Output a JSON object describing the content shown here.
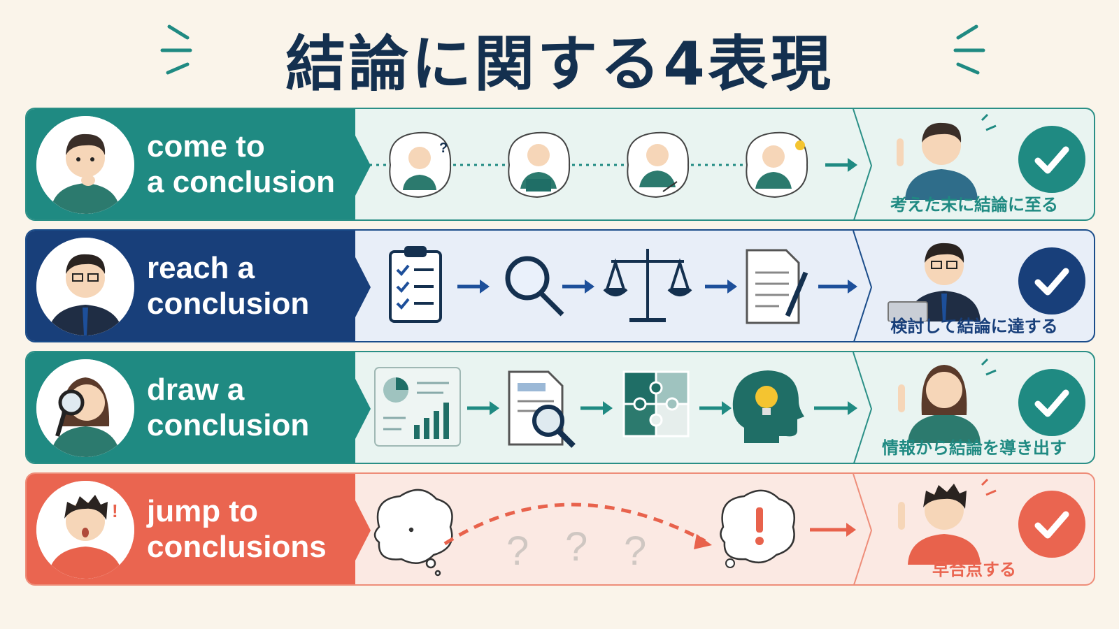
{
  "title": "結論に関する4表現",
  "colors": {
    "teal": "#1f8a82",
    "navy": "#183f7a",
    "coral": "#ea6550",
    "title": "#14304f",
    "background": "#faf4ea"
  },
  "rows": [
    {
      "phrase_line1": "come to",
      "phrase_line2": "a conclusion",
      "meaning": "考えた末に結論に至る",
      "steps": [
        "thinking-person-icon",
        "reading-person-icon",
        "writing-person-icon",
        "idea-person-icon"
      ],
      "color": "#1f8a82"
    },
    {
      "phrase_line1": "reach a",
      "phrase_line2": "conclusion",
      "meaning": "検討して結論に達する",
      "steps": [
        "checklist-icon",
        "magnifier-icon",
        "scales-icon",
        "document-pen-icon"
      ],
      "color": "#183f7a"
    },
    {
      "phrase_line1": "draw a",
      "phrase_line2": "conclusion",
      "meaning": "情報から結論を導き出す",
      "steps": [
        "chart-report-icon",
        "document-search-icon",
        "puzzle-icon",
        "head-lightbulb-icon"
      ],
      "color": "#1f8a82"
    },
    {
      "phrase_line1": "jump to",
      "phrase_line2": "conclusions",
      "meaning": "早合点する",
      "steps": [
        "empty-thought-bubble-icon",
        "question-marks",
        "exclamation-bubble-icon"
      ],
      "question_marks": [
        "?",
        "?",
        "?"
      ],
      "color": "#ea6550"
    }
  ]
}
